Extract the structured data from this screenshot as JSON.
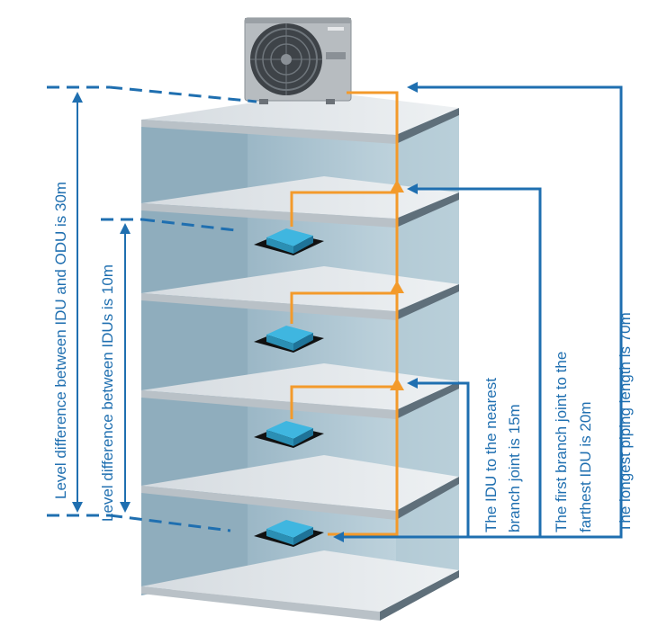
{
  "labels": {
    "odu_idu_level": "Level difference between IDU and ODU is 30m",
    "idu_level": "Level difference between IDUs is 10m",
    "idu_nearest_joint_1": "The IDU to the nearest",
    "idu_nearest_joint_2": "branch joint is 15m",
    "first_joint_farthest_1": "The first branch joint to the",
    "first_joint_farthest_2": "farthest IDU is 20m",
    "longest_piping": "The longest piping length is 70m"
  },
  "colors": {
    "pipe": "#f39a2b",
    "dimension": "#1f6fb0",
    "wall": "#aac3d0",
    "floor": "#e4e8eb",
    "idu": "#3fb6e0"
  },
  "icons": {
    "odu": "outdoor-unit-icon",
    "idu": "ceiling-cassette-indoor-unit-icon"
  }
}
